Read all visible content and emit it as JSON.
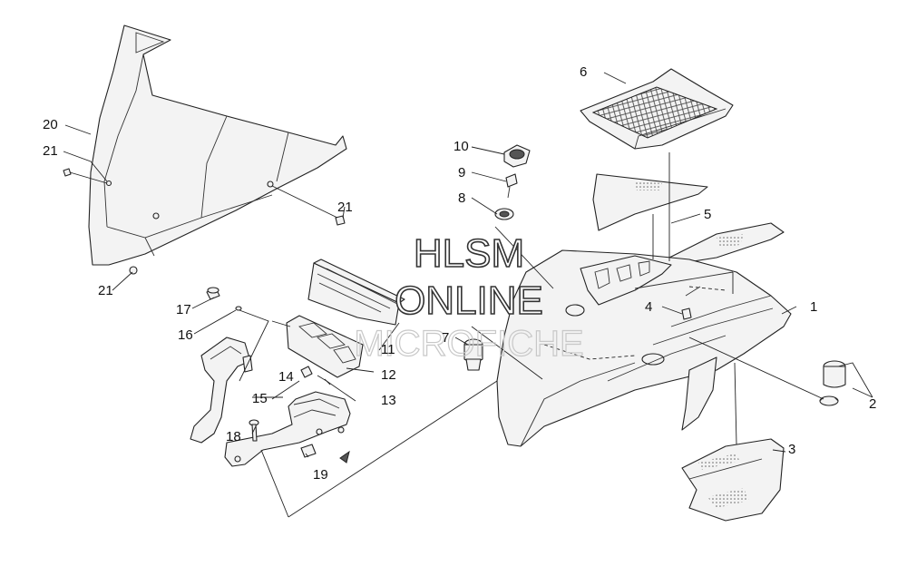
{
  "watermark": {
    "line1": "HLSM",
    "line2": "ONLINE",
    "line3": "MICROFICHE"
  },
  "callouts": [
    {
      "id": "c1",
      "text": "1"
    },
    {
      "id": "c2",
      "text": "2"
    },
    {
      "id": "c3",
      "text": "3"
    },
    {
      "id": "c4",
      "text": "4"
    },
    {
      "id": "c5",
      "text": "5"
    },
    {
      "id": "c6",
      "text": "6"
    },
    {
      "id": "c7",
      "text": "7"
    },
    {
      "id": "c8",
      "text": "8"
    },
    {
      "id": "c9",
      "text": "9"
    },
    {
      "id": "c10",
      "text": "10"
    },
    {
      "id": "c11",
      "text": "11"
    },
    {
      "id": "c12",
      "text": "12"
    },
    {
      "id": "c13",
      "text": "13"
    },
    {
      "id": "c14",
      "text": "14"
    },
    {
      "id": "c15",
      "text": "15"
    },
    {
      "id": "c16",
      "text": "16"
    },
    {
      "id": "c17",
      "text": "17"
    },
    {
      "id": "c18",
      "text": "18"
    },
    {
      "id": "c19",
      "text": "19"
    },
    {
      "id": "c20",
      "text": "20"
    },
    {
      "id": "c21a",
      "text": "21"
    },
    {
      "id": "c21b",
      "text": "21"
    },
    {
      "id": "c21c",
      "text": "21"
    }
  ]
}
